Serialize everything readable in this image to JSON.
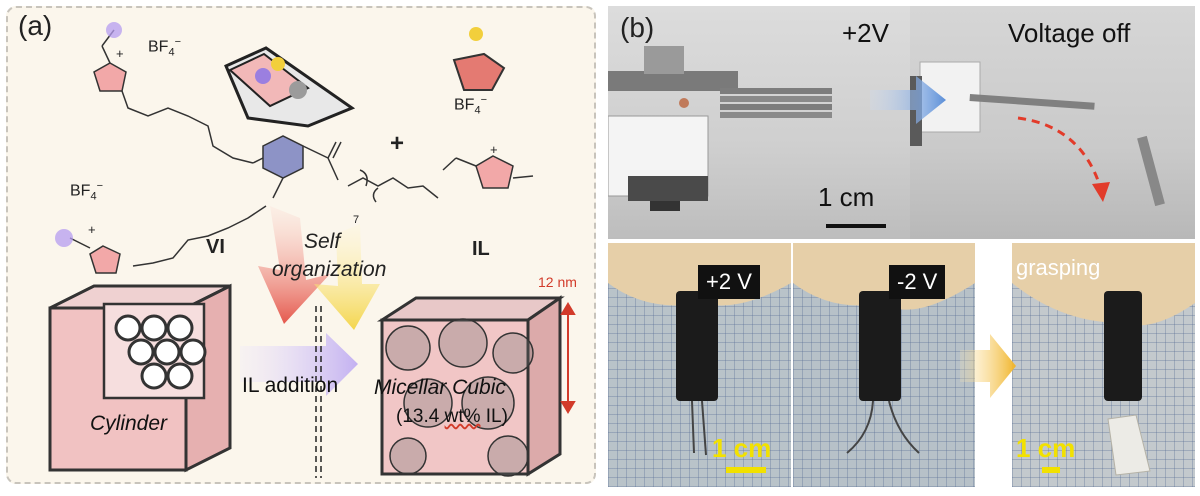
{
  "panel_a": {
    "label": "(a)",
    "bf4": "BF",
    "bf4_sub": "4",
    "bf4_sup": "−",
    "plus": "+",
    "cation_plus": "+",
    "chain_subscript": "7",
    "vi_label": "VI",
    "il_label": "IL",
    "self_organization_line1": "Self",
    "self_organization_line2": "organization",
    "dimension": "12 nm",
    "il_addition": "IL addition",
    "cylinder": "Cylinder",
    "micellar_cubic": "Micellar Cubic",
    "wt_prefix": "(13.4 ",
    "wt_word": "wt%",
    "wt_suffix": " IL)"
  },
  "panel_b": {
    "label": "(b)",
    "voltage_on": "+2V",
    "voltage_off": "Voltage off",
    "scale_top": "1 cm",
    "volt_pos": "+2 V",
    "volt_neg": "-2 V",
    "grasping": "grasping",
    "scale_b1": "1 cm",
    "scale_b3": "1 cm"
  },
  "colors": {
    "panel_bg": "#fbf6ec",
    "ring": "#f2a8a8",
    "benzene": "#8d93c6",
    "red_accent": "#d23b2a",
    "scale_yellow": "#f2e100",
    "arrow_blue": "#5b8fd8",
    "arrow_gold": "#f0b428"
  }
}
